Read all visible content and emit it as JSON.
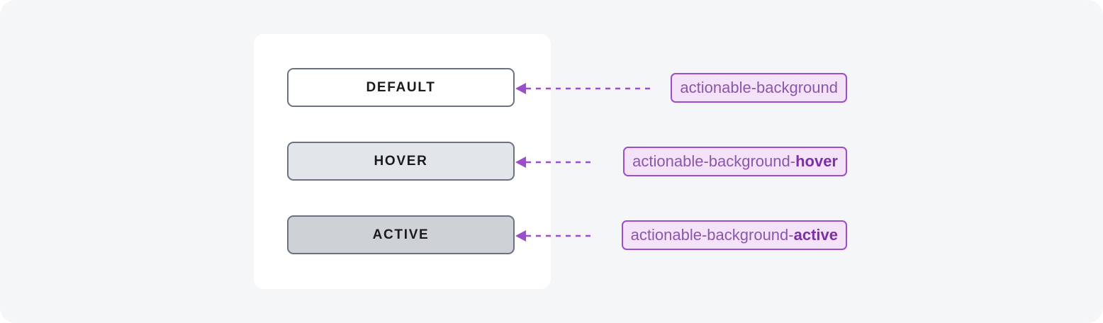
{
  "canvas": {
    "background_color": "#f4f6f8",
    "card_background_color": "#ffffff"
  },
  "colors": {
    "token_border": "#9c4dcc",
    "token_background": "#f4e2f8",
    "token_text": "#8a57ab",
    "token_suffix_text": "#7d2fa5",
    "arrow": "#9c4dcc",
    "button_border": "#6b7280",
    "button_text": "#1a1a1a"
  },
  "states": [
    {
      "id": "default",
      "button_label": "DEFAULT",
      "button_fill": "#ffffff",
      "token_base": "actionable-background",
      "token_suffix": "",
      "arrow_icon": "dashed-arrow-left-icon"
    },
    {
      "id": "hover",
      "button_label": "HOVER",
      "button_fill": "#e2e6ea",
      "token_base": "actionable-background-",
      "token_suffix": "hover",
      "arrow_icon": "dashed-arrow-left-icon"
    },
    {
      "id": "active",
      "button_label": "ACTIVE",
      "button_fill": "#ced1d6",
      "token_base": "actionable-background-",
      "token_suffix": "active",
      "arrow_icon": "dashed-arrow-left-icon"
    }
  ]
}
